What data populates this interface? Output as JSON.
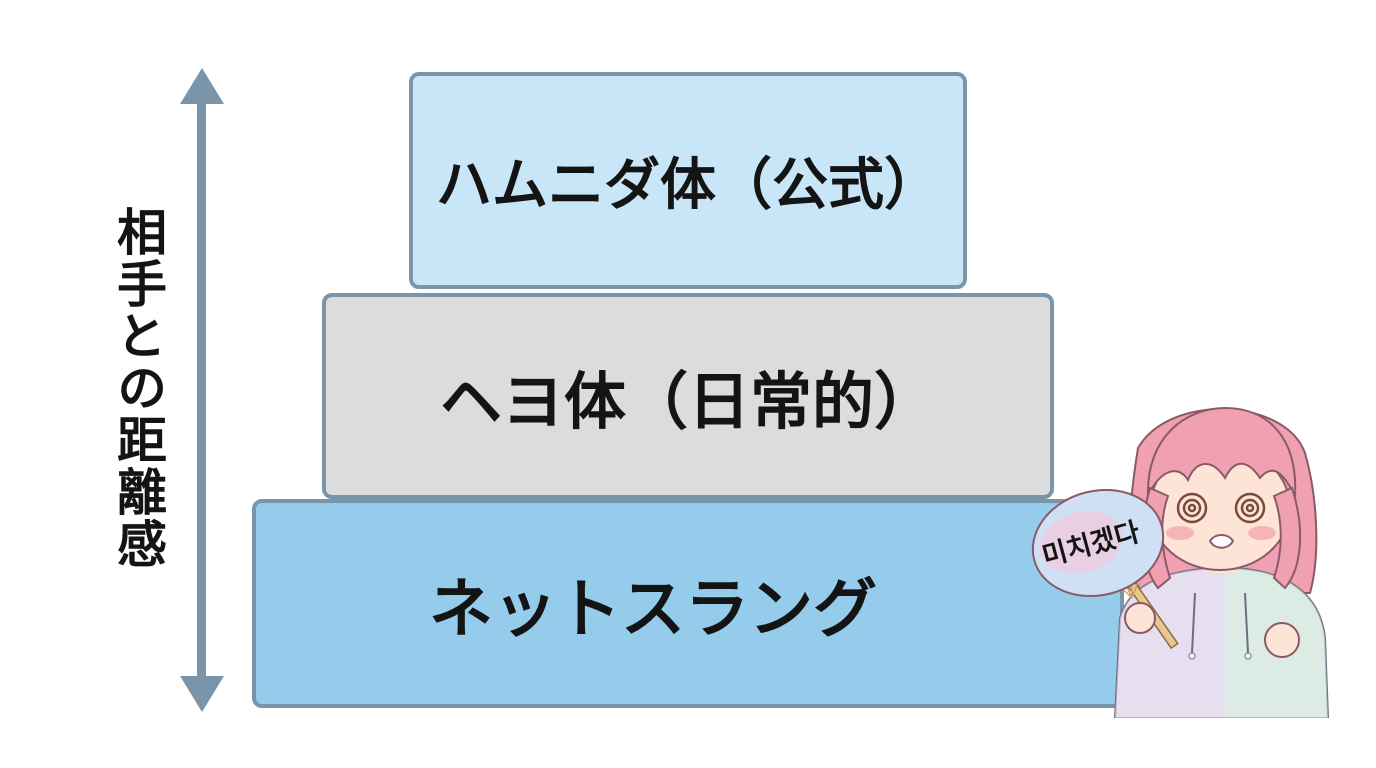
{
  "axis": {
    "label": "相手との距離感"
  },
  "tiers": [
    {
      "label": "ハムニダ体（公式）",
      "color": "#c9e6f8"
    },
    {
      "label": "ヘヨ体（日常的）",
      "color": "#dcdcdc"
    },
    {
      "label": "ネットスラング",
      "color": "#95cbeb"
    }
  ],
  "character": {
    "fan_text": "미치겠다",
    "hair_color": "#f0a0b0",
    "hoodie_color": "#e4e8f2"
  },
  "colors": {
    "border": "#7a95aa",
    "arrow": "#7a95aa",
    "text": "#141414"
  }
}
